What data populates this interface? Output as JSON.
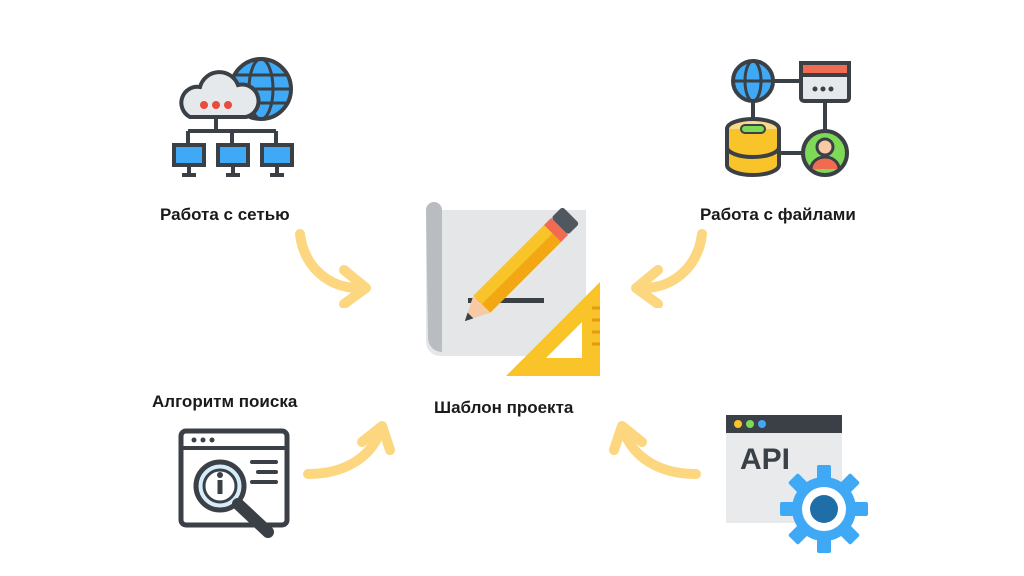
{
  "diagram": {
    "center": {
      "label": "Шаблон проекта",
      "icon": "blueprint-pencil-icon"
    },
    "nodes": [
      {
        "id": "network",
        "label": "Работа с сетью",
        "icon": "cloud-network-icon"
      },
      {
        "id": "files",
        "label": "Работа с файлами",
        "icon": "file-database-icon"
      },
      {
        "id": "search",
        "label": "Алгоритм поиска",
        "icon": "search-window-icon"
      },
      {
        "id": "api",
        "label": "API",
        "icon": "api-gear-icon"
      }
    ]
  },
  "colors": {
    "arrow": "#fdd680",
    "blue": "#3fa9f5",
    "yellow": "#f9c32a",
    "dark": "#3a4046",
    "grey": "#cfd4d8"
  }
}
